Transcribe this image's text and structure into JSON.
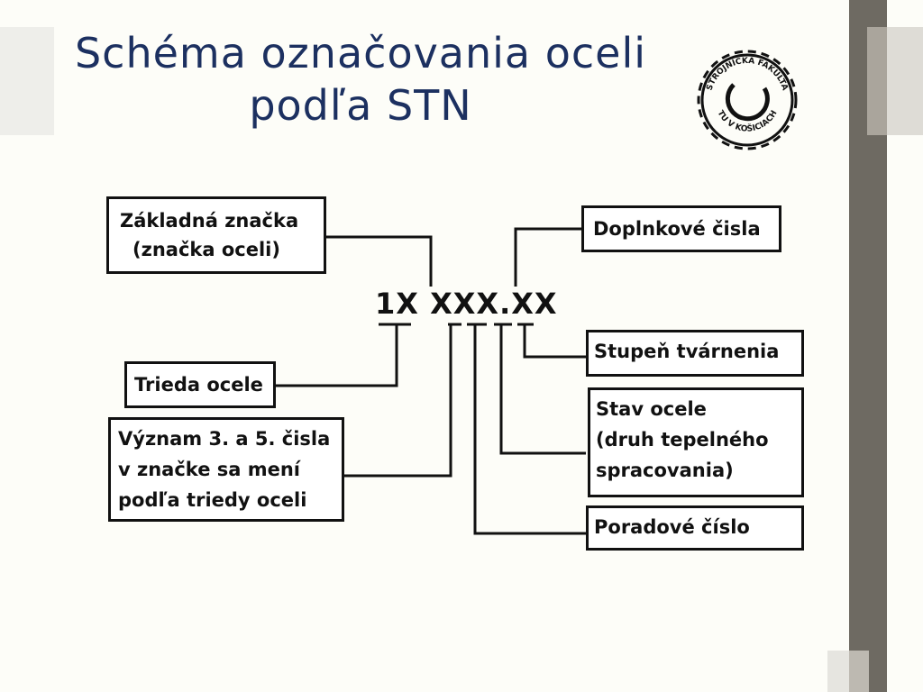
{
  "slide": {
    "title_line1": "Schéma označovania oceli",
    "title_line2": "podľa STN"
  },
  "logo": {
    "name": "strojnicka-fakulta-logo",
    "text_top": "STROJNÍCKA FAKULTA",
    "text_bottom": "TU V KOŠICIACH"
  },
  "diagram": {
    "code": "1X XXX.XX",
    "boxes": {
      "zakladna": [
        "Základná značka",
        "(značka oceli)"
      ],
      "doplnkove": [
        "Doplnkové čisla"
      ],
      "stupen": [
        "Stupeň tvárnenia"
      ],
      "trieda": [
        "Trieda ocele"
      ],
      "vyznam": [
        "Význam 3. a 5. čisla",
        "v značke sa mení",
        "podľa triedy oceli"
      ],
      "stav": [
        "Stav ocele",
        "(druh tepelného",
        "spracovania)"
      ],
      "poradove": [
        "Poradové číslo"
      ]
    }
  },
  "colors": {
    "title": "#1c3060",
    "lines": "#111111",
    "sidebar": "#6e6a62"
  }
}
